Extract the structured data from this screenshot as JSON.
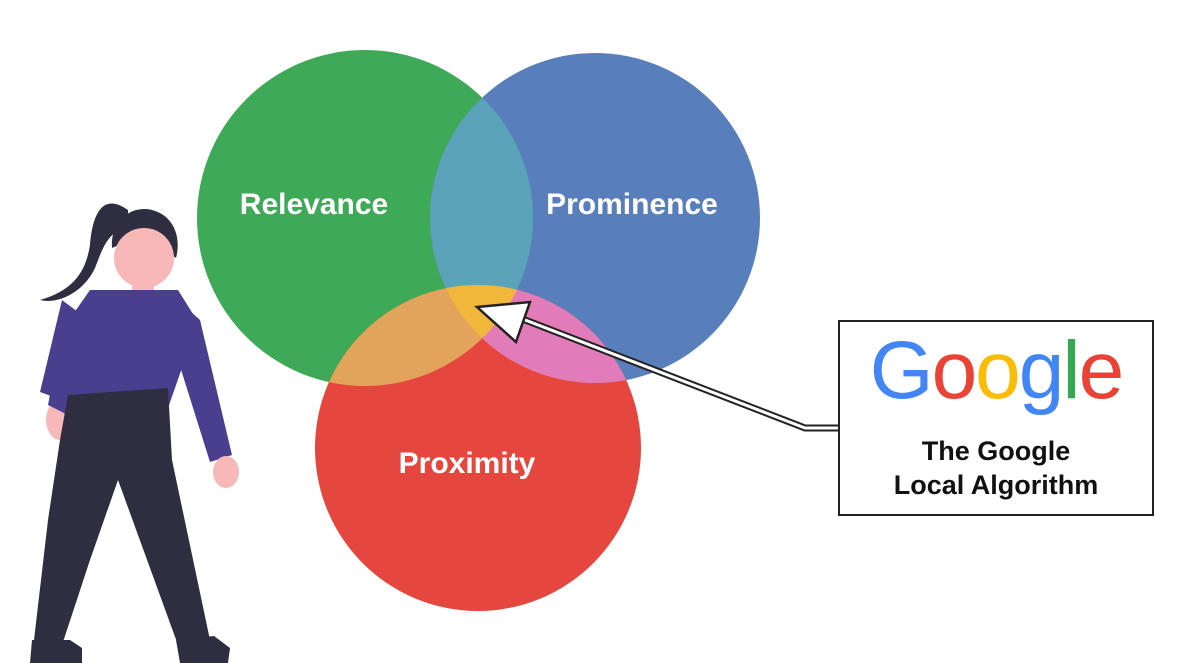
{
  "venn": {
    "relevance": {
      "label": "Relevance",
      "color": "#3EA956"
    },
    "prominence": {
      "label": "Prominence",
      "color": "#587FBC"
    },
    "proximity": {
      "label": "Proximity",
      "color": "#E5463D"
    },
    "overlap_relevance_prominence": "#5AA3B8",
    "overlap_relevance_proximity": "#E2A45A",
    "overlap_prominence_proximity": "#E27CB8",
    "overlap_center": "#F0B73A"
  },
  "callout": {
    "logo_letters": [
      {
        "char": "G",
        "color": "#4285F4"
      },
      {
        "char": "o",
        "color": "#EA4335"
      },
      {
        "char": "o",
        "color": "#FBBC05"
      },
      {
        "char": "g",
        "color": "#4285F4"
      },
      {
        "char": "l",
        "color": "#34A853"
      },
      {
        "char": "e",
        "color": "#EA4335"
      }
    ],
    "line1": "The Google",
    "line2": "Local Algorithm"
  },
  "figure": {
    "shirt_color": "#4A3F8F",
    "pants_color": "#2F2E41",
    "skin_color": "#F7B8B8",
    "hair_color": "#2F2E41"
  }
}
